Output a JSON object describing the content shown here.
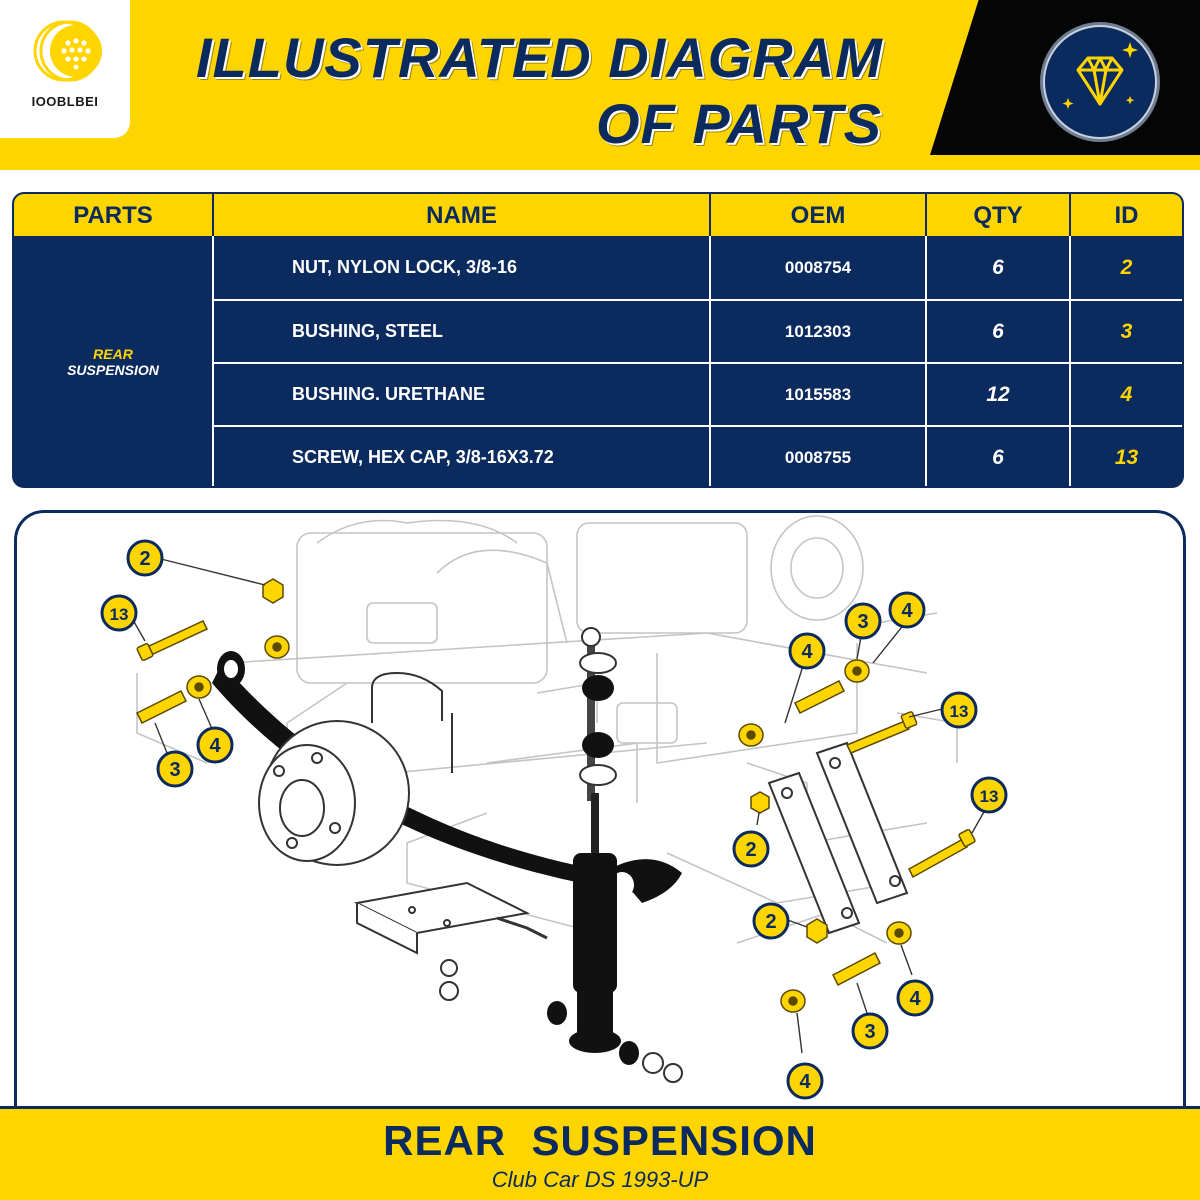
{
  "brand": {
    "logo_text": "IOOBLBEI"
  },
  "header": {
    "title_line1": "ILLUSTRATED DIAGRAM",
    "title_line2": "OF PARTS",
    "badge_icon": "diamond-icon"
  },
  "colors": {
    "navy": "#0b2a5e",
    "yellow": "#ffd500",
    "black": "#050505",
    "white": "#ffffff"
  },
  "table": {
    "headers": {
      "parts": "PARTS",
      "name": "NAME",
      "oem": "OEM",
      "qty": "QTY",
      "id": "ID"
    },
    "group": {
      "line1": "REAR",
      "line2": "SUSPENSION"
    },
    "rows": [
      {
        "name": "NUT, NYLON LOCK, 3/8-16",
        "oem": "0008754",
        "qty": "6",
        "id": "2"
      },
      {
        "name": "BUSHING, STEEL",
        "oem": "1012303",
        "qty": "6",
        "id": "3"
      },
      {
        "name": "BUSHING. URETHANE",
        "oem": "1015583",
        "qty": "12",
        "id": "4"
      },
      {
        "name": "SCREW, HEX CAP, 3/8-16X3.72",
        "oem": "0008755",
        "qty": "6",
        "id": "13"
      }
    ]
  },
  "diagram": {
    "callouts": [
      "2",
      "13",
      "4",
      "3",
      "4",
      "3",
      "4",
      "13",
      "2",
      "13",
      "2",
      "4",
      "3",
      "4"
    ]
  },
  "footer": {
    "title": "REAR  SUSPENSION",
    "subtitle": "Club Car DS 1993-UP"
  }
}
